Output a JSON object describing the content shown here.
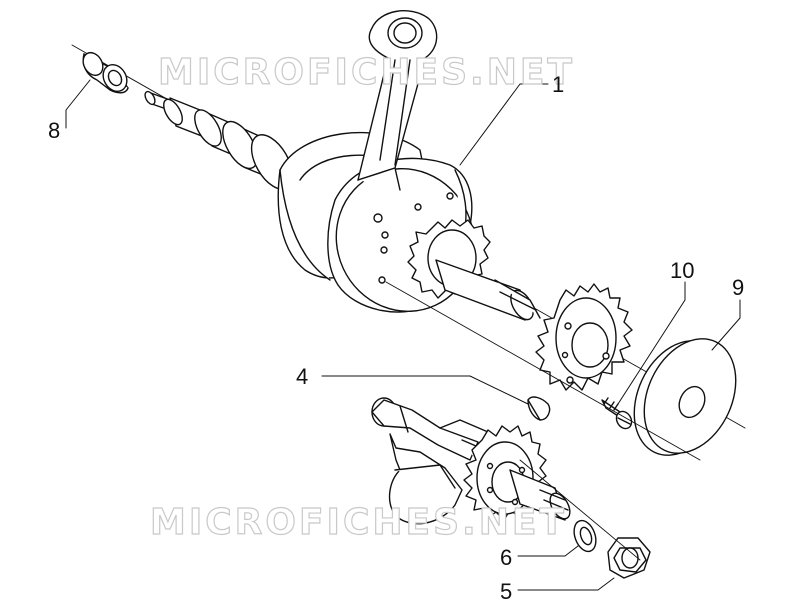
{
  "watermark": {
    "top": "MICROFICHES.NET",
    "bottom": "MICROFICHES.NET"
  },
  "callouts": {
    "p1": "1",
    "p4": "4",
    "p5": "5",
    "p6": "6",
    "p8": "8",
    "p9": "9",
    "p10": "10"
  },
  "parts": [
    {
      "id": "1",
      "name": "crankshaft-assembly"
    },
    {
      "id": "4",
      "name": "woodruff-key"
    },
    {
      "id": "5",
      "name": "nut"
    },
    {
      "id": "6",
      "name": "washer"
    },
    {
      "id": "8",
      "name": "bushing"
    },
    {
      "id": "9",
      "name": "thrust-washer"
    },
    {
      "id": "10",
      "name": "screw"
    }
  ]
}
